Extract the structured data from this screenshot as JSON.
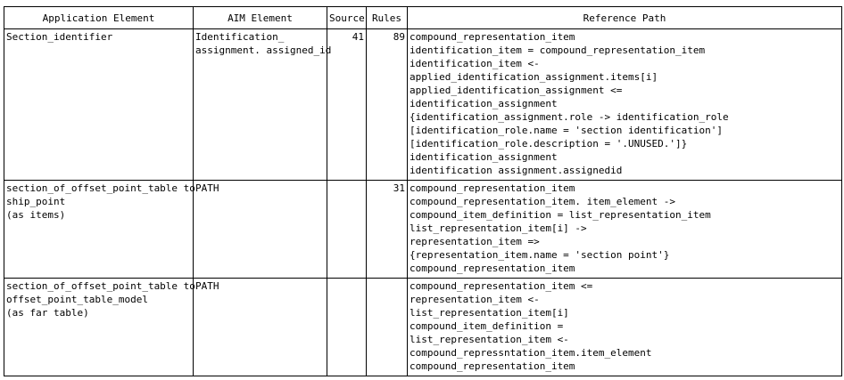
{
  "headers": [
    "Application  Element",
    "AIM  Element",
    "Source",
    "Rules",
    "Reference Path"
  ],
  "rows": [
    {
      "app": [
        "Section_identifier"
      ],
      "aim": [
        "Identification_",
        "assignment. assigned_id"
      ],
      "source": "41",
      "rules": "89",
      "path": [
        "compound_representation_item",
        "identification_item = compound_representation_item",
        "identification_item <-",
        "applied_identification_assignment.items[i]",
        "applied_identification_assignment <=",
        "identification_assignment",
        "{identification_assignment.role -> identification_role",
        "[identification_role.name = 'section identification']",
        "[identification_role.description = '.UNUSED.']}",
        "identification_assignment",
        "identification assignment.assignedid"
      ]
    },
    {
      "app": [
        "section_of_offset_point_table to",
        "ship_point",
        "(as items)"
      ],
      "aim": [
        "PATH"
      ],
      "source": "",
      "rules": "31",
      "path": [
        "compound_representation_item",
        "compound_representation_item. item_element ->",
        "compound_item_definition = list_representation_item",
        "list_representation_item[i] ->",
        "representation_item =>",
        "{representation_item.name = 'section point'}",
        "compound_representation_item"
      ]
    },
    {
      "app": [
        "section_of_offset_point_table to",
        "offset_point_table_model",
        "(as far table)"
      ],
      "aim": [
        "PATH"
      ],
      "source": "",
      "rules": "",
      "path": [
        "compound_representation_item <=",
        "representation_item <-",
        "list_representation_item[i]",
        "compound_item_definition =",
        "list_representation_item <-",
        "compound_repressntation_item.item_element",
        "compound_representation_item"
      ]
    }
  ]
}
